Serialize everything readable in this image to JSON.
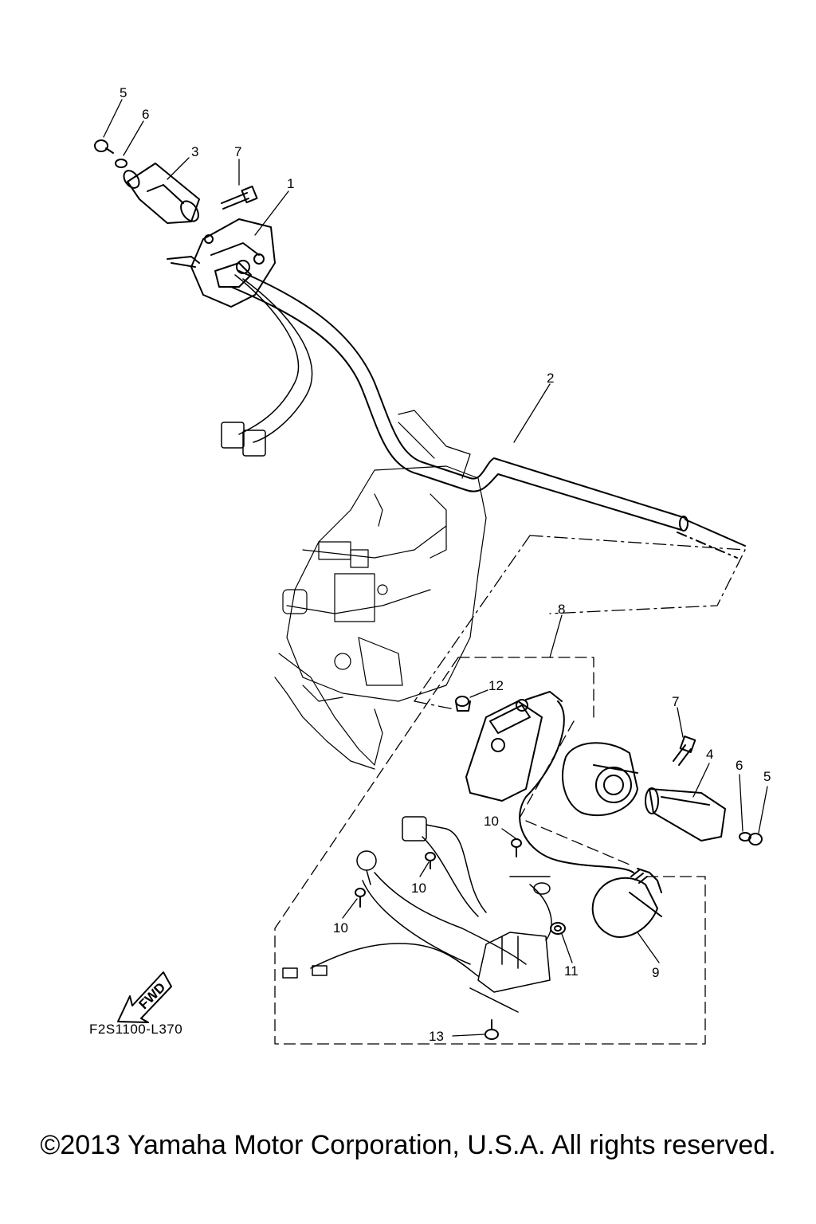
{
  "figure_code": "F2S1100-L370",
  "copyright": "©2013 Yamaha Motor Corporation, U.S.A. All rights reserved.",
  "fwd_label": "FWD",
  "callouts": [
    {
      "id": "c5a",
      "label": "5"
    },
    {
      "id": "c6a",
      "label": "6"
    },
    {
      "id": "c3",
      "label": "3"
    },
    {
      "id": "c7a",
      "label": "7"
    },
    {
      "id": "c1",
      "label": "1"
    },
    {
      "id": "c2",
      "label": "2"
    },
    {
      "id": "c8",
      "label": "8"
    },
    {
      "id": "c12",
      "label": "12"
    },
    {
      "id": "c7b",
      "label": "7"
    },
    {
      "id": "c4",
      "label": "4"
    },
    {
      "id": "c6b",
      "label": "6"
    },
    {
      "id": "c5b",
      "label": "5"
    },
    {
      "id": "c10a",
      "label": "10"
    },
    {
      "id": "c10b",
      "label": "10"
    },
    {
      "id": "c10c",
      "label": "10"
    },
    {
      "id": "c11",
      "label": "11"
    },
    {
      "id": "c9",
      "label": "9"
    },
    {
      "id": "c13",
      "label": "13"
    }
  ]
}
